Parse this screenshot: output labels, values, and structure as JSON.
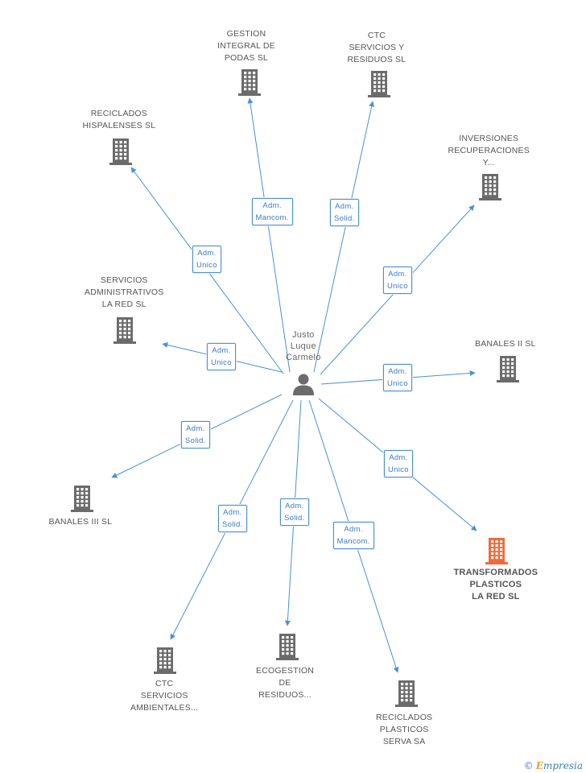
{
  "center": {
    "name_lines": [
      "Justo",
      "Luque",
      "Carmelo"
    ]
  },
  "companies": [
    {
      "id": "gestion-integral",
      "lines": [
        "GESTION",
        "INTEGRAL DE",
        "PODAS SL"
      ],
      "highlight": false,
      "role": [
        "Adm.",
        "Mancom."
      ]
    },
    {
      "id": "ctc-servicios-residuos",
      "lines": [
        "CTC",
        "SERVICIOS Y",
        "RESIDUOS  SL"
      ],
      "highlight": false,
      "role": [
        "Adm.",
        "Solid."
      ]
    },
    {
      "id": "reciclados-hispalenses",
      "lines": [
        "RECICLADOS",
        "HISPALENSES SL"
      ],
      "highlight": false,
      "role": [
        "Adm.",
        "Unico"
      ]
    },
    {
      "id": "inversiones-recuperaciones",
      "lines": [
        "INVERSIONES",
        "RECUPERACIONES",
        "Y..."
      ],
      "highlight": false,
      "role": [
        "Adm.",
        "Unico"
      ]
    },
    {
      "id": "servicios-administrativos",
      "lines": [
        "SERVICIOS",
        "ADMINISTRATIVOS",
        "LA RED SL"
      ],
      "highlight": false,
      "role": [
        "Adm.",
        "Unico"
      ]
    },
    {
      "id": "banales-ii",
      "lines": [
        "BANALES II SL"
      ],
      "highlight": false,
      "role": [
        "Adm.",
        "Unico"
      ]
    },
    {
      "id": "banales-iii",
      "lines": [
        "BANALES III SL"
      ],
      "highlight": false,
      "role": [
        "Adm.",
        "Solid."
      ]
    },
    {
      "id": "transformados-plasticos",
      "lines": [
        "TRANSFORMADOS",
        "PLASTICOS",
        "LA RED SL"
      ],
      "highlight": true,
      "role": [
        "Adm.",
        "Unico"
      ]
    },
    {
      "id": "ctc-servicios-ambientales",
      "lines": [
        "CTC",
        "SERVICIOS",
        "AMBIENTALES..."
      ],
      "highlight": false,
      "role": [
        "Adm.",
        "Solid."
      ]
    },
    {
      "id": "ecogestion",
      "lines": [
        "ECOGESTION",
        "DE",
        "RESIDUOS..."
      ],
      "highlight": false,
      "role": [
        "Adm.",
        "Solid."
      ]
    },
    {
      "id": "reciclados-plasticos",
      "lines": [
        "RECICLADOS",
        "PLASTICOS",
        "SERVA SA"
      ],
      "highlight": false,
      "role": [
        "Adm.",
        "Mancom."
      ]
    }
  ],
  "colors": {
    "edge": "#4a90d9",
    "building": "#6b6b6b",
    "highlight_building": "#f26a3a",
    "person": "#6b6b6b"
  },
  "footer": {
    "copyright": "©",
    "brand_initial": "E",
    "brand_rest": "mpresia"
  }
}
